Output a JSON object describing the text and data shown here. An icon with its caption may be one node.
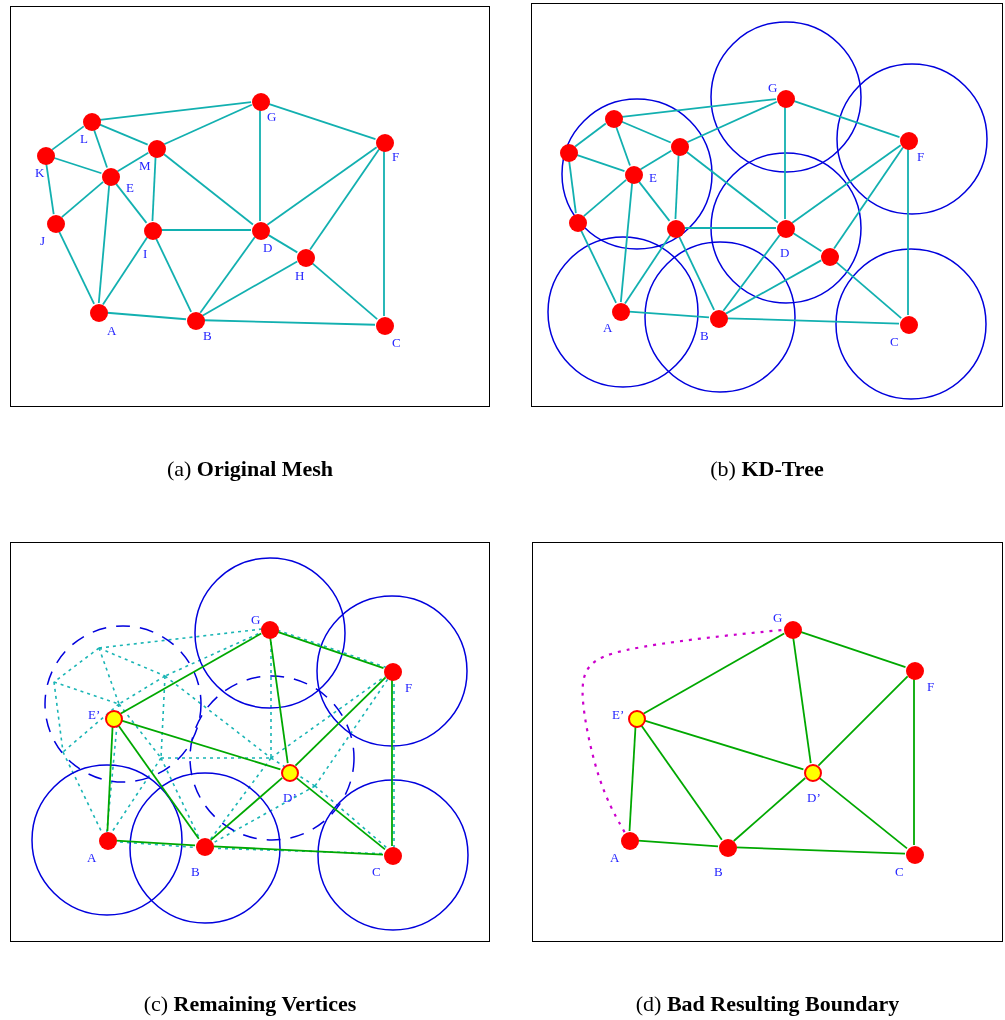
{
  "diagram": {
    "nodes": [
      {
        "text": [
          "(a) **Original Mesh**"
        ]
      },
      {
        "text": [
          "(b) **KD-Tree**"
        ]
      },
      {
        "text": [
          "(c) **Remaining Vertices**"
        ]
      },
      {
        "text": [
          "(d) **Bad Resulting Boundary**"
        ]
      },
      {
        "text": [],
        "shape": "circle",
        "in": 0,
        "beside": [
          "G"
        ]
      },
      {
        "text": [],
        "shape": "circle",
        "in": 0,
        "beside": [
          "L"
        ]
      },
      {
        "text": [],
        "shape": "circle",
        "in": 0,
        "beside": [
          "F"
        ]
      },
      {
        "text": [],
        "shape": "circle",
        "in": 0,
        "beside": [
          "K"
        ]
      },
      {
        "text": [],
        "shape": "circle",
        "in": 0,
        "beside": [
          "M"
        ]
      },
      {
        "text": [],
        "shape": "circle",
        "in": 0,
        "beside": [
          "E"
        ]
      },
      {
        "text": [],
        "shape": "circle",
        "in": 0,
        "beside": [
          "J"
        ]
      },
      {
        "text": [],
        "shape": "circle",
        "in": 0,
        "beside": [
          "I"
        ]
      },
      {
        "text": [],
        "shape": "circle",
        "in": 0,
        "beside": [
          "D"
        ]
      },
      {
        "text": [],
        "shape": "circle",
        "in": 0,
        "beside": [
          "H"
        ]
      },
      {
        "text": [],
        "shape": "circle",
        "in": 0,
        "beside": [
          "A"
        ]
      },
      {
        "text": [],
        "shape": "circle",
        "in": 0,
        "beside": [
          "B"
        ]
      },
      {
        "text": [],
        "shape": "circle",
        "in": 0,
        "beside": [
          "C"
        ]
      },
      {
        "text": [],
        "shape": "circle",
        "in": 1,
        "beside": [
          "G"
        ]
      },
      {
        "text": [],
        "shape": "circle",
        "in": 1
      },
      {
        "text": [],
        "shape": "circle",
        "in": 1,
        "beside": [
          "F"
        ]
      },
      {
        "text": [],
        "shape": "circle",
        "in": 1
      },
      {
        "text": [],
        "shape": "circle",
        "in": 1
      },
      {
        "text": [],
        "shape": "circle",
        "in": 1,
        "beside": [
          "E"
        ]
      },
      {
        "text": [],
        "shape": "circle",
        "in": 1
      },
      {
        "text": [],
        "shape": "circle",
        "in": 1
      },
      {
        "text": [],
        "shape": "circle",
        "in": 1,
        "beside": [
          "D"
        ]
      },
      {
        "text": [],
        "shape": "circle",
        "in": 1
      },
      {
        "text": [],
        "shape": "circle",
        "in": 1,
        "beside": [
          "A"
        ]
      },
      {
        "text": [],
        "shape": "circle",
        "in": 1,
        "beside": [
          "B"
        ]
      },
      {
        "text": [],
        "shape": "circle",
        "in": 1,
        "beside": [
          "C"
        ]
      },
      {
        "text": [],
        "shape": "circle",
        "in": 2,
        "beside": [
          "G"
        ]
      },
      {
        "text": [],
        "shape": "circle",
        "in": 2,
        "beside": [
          "F"
        ]
      },
      {
        "text": [],
        "shape": "circle",
        "in": 2,
        "beside": [
          "E’"
        ]
      },
      {
        "text": [],
        "shape": "circle",
        "in": 2,
        "beside": [
          "D’"
        ]
      },
      {
        "text": [],
        "shape": "circle",
        "in": 2,
        "beside": [
          "A"
        ]
      },
      {
        "text": [],
        "shape": "circle",
        "in": 2,
        "beside": [
          "B"
        ]
      },
      {
        "text": [],
        "shape": "circle",
        "in": 2,
        "beside": [
          "C"
        ]
      },
      {
        "text": [],
        "shape": "circle",
        "in": 3,
        "beside": [
          "G"
        ]
      },
      {
        "text": [],
        "shape": "circle",
        "in": 3,
        "beside": [
          "F"
        ]
      },
      {
        "text": [],
        "shape": "circle",
        "in": 3,
        "beside": [
          "E’"
        ]
      },
      {
        "text": [],
        "shape": "circle",
        "in": 3,
        "beside": [
          "D’"
        ]
      },
      {
        "text": [],
        "shape": "circle",
        "in": 3,
        "beside": [
          "A"
        ]
      },
      {
        "text": [],
        "shape": "circle",
        "in": 3,
        "beside": [
          "B"
        ]
      },
      {
        "text": [],
        "shape": "circle",
        "in": 3,
        "beside": [
          "C"
        ]
      }
    ],
    "edges": [
      {
        "from": 5,
        "to": 4,
        "arrow": "none"
      },
      {
        "from": 5,
        "to": 7,
        "arrow": "none"
      },
      {
        "from": 5,
        "to": 8,
        "arrow": "none"
      },
      {
        "from": 5,
        "to": 9,
        "arrow": "none"
      },
      {
        "from": 4,
        "to": 8,
        "arrow": "none"
      },
      {
        "from": 4,
        "to": 12,
        "arrow": "none"
      },
      {
        "from": 4,
        "to": 6,
        "arrow": "none"
      },
      {
        "from": 7,
        "to": 9,
        "arrow": "none"
      },
      {
        "from": 7,
        "to": 10,
        "arrow": "none"
      },
      {
        "from": 8,
        "to": 9,
        "arrow": "none"
      },
      {
        "from": 8,
        "to": 11,
        "arrow": "none"
      },
      {
        "from": 8,
        "to": 12,
        "arrow": "none"
      },
      {
        "from": 9,
        "to": 10,
        "arrow": "none"
      },
      {
        "from": 9,
        "to": 14,
        "arrow": "none"
      },
      {
        "from": 9,
        "to": 11,
        "arrow": "none"
      },
      {
        "from": 11,
        "to": 12,
        "arrow": "none"
      },
      {
        "from": 11,
        "to": 14,
        "arrow": "none"
      },
      {
        "from": 11,
        "to": 15,
        "arrow": "none"
      },
      {
        "from": 12,
        "to": 15,
        "arrow": "none"
      },
      {
        "from": 12,
        "to": 13,
        "arrow": "none"
      },
      {
        "from": 12,
        "to": 6,
        "arrow": "none"
      },
      {
        "from": 13,
        "to": 6,
        "arrow": "none"
      },
      {
        "from": 13,
        "to": 15,
        "arrow": "none"
      },
      {
        "from": 13,
        "to": 16,
        "arrow": "none"
      },
      {
        "from": 6,
        "to": 16,
        "arrow": "none"
      },
      {
        "from": 14,
        "to": 15,
        "arrow": "none"
      },
      {
        "from": 15,
        "to": 16,
        "arrow": "none"
      },
      {
        "from": 10,
        "to": 14,
        "arrow": "none"
      },
      {
        "from": 18,
        "to": 17,
        "arrow": "none"
      },
      {
        "from": 18,
        "to": 20,
        "arrow": "none"
      },
      {
        "from": 18,
        "to": 21,
        "arrow": "none"
      },
      {
        "from": 18,
        "to": 22,
        "arrow": "none"
      },
      {
        "from": 17,
        "to": 21,
        "arrow": "none"
      },
      {
        "from": 17,
        "to": 25,
        "arrow": "none"
      },
      {
        "from": 17,
        "to": 19,
        "arrow": "none"
      },
      {
        "from": 20,
        "to": 22,
        "arrow": "none"
      },
      {
        "from": 20,
        "to": 23,
        "arrow": "none"
      },
      {
        "from": 21,
        "to": 22,
        "arrow": "none"
      },
      {
        "from": 21,
        "to": 24,
        "arrow": "none"
      },
      {
        "from": 21,
        "to": 25,
        "arrow": "none"
      },
      {
        "from": 22,
        "to": 23,
        "arrow": "none"
      },
      {
        "from": 22,
        "to": 27,
        "arrow": "none"
      },
      {
        "from": 22,
        "to": 24,
        "arrow": "none"
      },
      {
        "from": 24,
        "to": 25,
        "arrow": "none"
      },
      {
        "from": 24,
        "to": 27,
        "arrow": "none"
      },
      {
        "from": 24,
        "to": 28,
        "arrow": "none"
      },
      {
        "from": 25,
        "to": 28,
        "arrow": "none"
      },
      {
        "from": 25,
        "to": 26,
        "arrow": "none"
      },
      {
        "from": 25,
        "to": 19,
        "arrow": "none"
      },
      {
        "from": 26,
        "to": 19,
        "arrow": "none"
      },
      {
        "from": 26,
        "to": 28,
        "arrow": "none"
      },
      {
        "from": 26,
        "to": 29,
        "arrow": "none"
      },
      {
        "from": 19,
        "to": 29,
        "arrow": "none"
      },
      {
        "from": 27,
        "to": 28,
        "arrow": "none"
      },
      {
        "from": 28,
        "to": 29,
        "arrow": "none"
      },
      {
        "from": 23,
        "to": 27,
        "arrow": "none"
      },
      {
        "from": 30,
        "to": 32,
        "arrow": "none",
        "color": "#00a800"
      },
      {
        "from": 30,
        "to": 31,
        "arrow": "none",
        "color": "#00a800"
      },
      {
        "from": 30,
        "to": 33,
        "arrow": "none",
        "color": "#00a800"
      },
      {
        "from": 31,
        "to": 33,
        "arrow": "none",
        "color": "#00a800"
      },
      {
        "from": 31,
        "to": 36,
        "arrow": "none",
        "color": "#00a800"
      },
      {
        "from": 32,
        "to": 33,
        "arrow": "none",
        "color": "#00a800"
      },
      {
        "from": 32,
        "to": 34,
        "arrow": "none",
        "color": "#00a800"
      },
      {
        "from": 32,
        "to": 35,
        "arrow": "none",
        "color": "#00a800"
      },
      {
        "from": 33,
        "to": 35,
        "arrow": "none",
        "color": "#00a800"
      },
      {
        "from": 33,
        "to": 36,
        "arrow": "none",
        "color": "#00a800"
      },
      {
        "from": 34,
        "to": 35,
        "arrow": "none",
        "color": "#00a800"
      },
      {
        "from": 35,
        "to": 36,
        "arrow": "none",
        "color": "#00a800"
      },
      {
        "from": 37,
        "to": 39,
        "arrow": "none",
        "color": "#00a800"
      },
      {
        "from": 37,
        "to": 38,
        "arrow": "none",
        "color": "#00a800"
      },
      {
        "from": 37,
        "to": 40,
        "arrow": "none",
        "color": "#00a800"
      },
      {
        "from": 38,
        "to": 40,
        "arrow": "none",
        "color": "#00a800"
      },
      {
        "from": 38,
        "to": 43,
        "arrow": "none",
        "color": "#00a800"
      },
      {
        "from": 39,
        "to": 40,
        "arrow": "none",
        "color": "#00a800"
      },
      {
        "from": 39,
        "to": 41,
        "arrow": "none",
        "color": "#00a800"
      },
      {
        "from": 39,
        "to": 42,
        "arrow": "none",
        "color": "#00a800"
      },
      {
        "from": 40,
        "to": 42,
        "arrow": "none",
        "color": "#00a800"
      },
      {
        "from": 40,
        "to": 43,
        "arrow": "none",
        "color": "#00a800"
      },
      {
        "from": 41,
        "to": 42,
        "arrow": "none",
        "color": "#00a800"
      },
      {
        "from": 42,
        "to": 43,
        "arrow": "none",
        "color": "#00a800"
      },
      {
        "from": 41,
        "to": 37,
        "arrow": "none",
        "style": "dashed",
        "color": "#cc00cc"
      }
    ]
  }
}
